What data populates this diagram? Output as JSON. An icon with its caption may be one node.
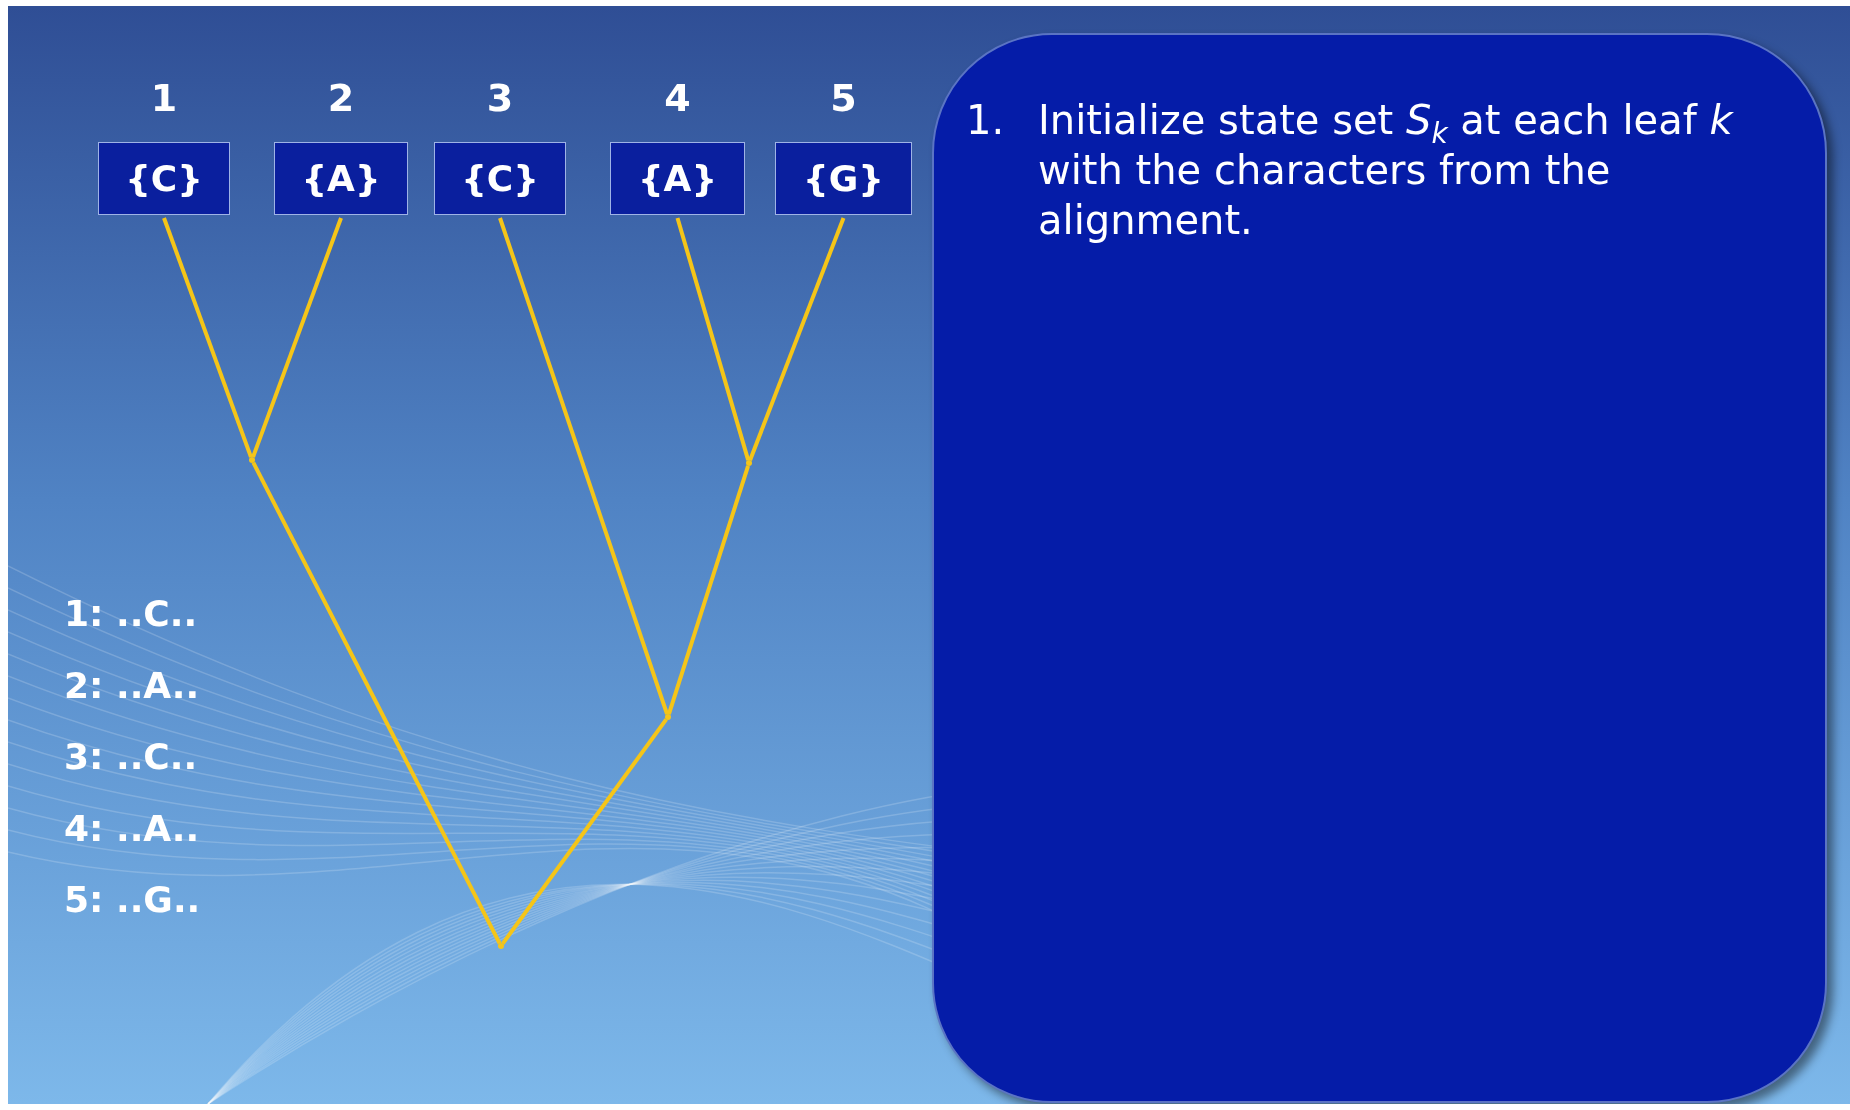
{
  "diagram": {
    "nodes": [
      {
        "text": [
          "{C}"
        ],
        "beside": [
          "1"
        ]
      },
      {
        "text": [
          "{A}"
        ],
        "beside": [
          "2"
        ]
      },
      {
        "text": [
          "{C}"
        ],
        "beside": [
          "3"
        ]
      },
      {
        "text": [
          "{A}"
        ],
        "beside": [
          "4"
        ]
      },
      {
        "text": [
          "{G}"
        ],
        "beside": [
          "5"
        ]
      },
      {
        "text": [],
        "shape": "point"
      },
      {
        "text": [],
        "shape": "point"
      },
      {
        "text": [],
        "shape": "point"
      },
      {
        "text": [],
        "shape": "point"
      },
      {
        "text": [
          "1.",
          "Initialize state set *S*$_{k}$ at each leaf *k* with the characters from the alignment."
        ]
      }
    ],
    "edges": [
      {
        "from": 0,
        "to": 5,
        "arrow": "none"
      },
      {
        "from": 1,
        "to": 5,
        "arrow": "none"
      },
      {
        "from": 3,
        "to": 6,
        "arrow": "none"
      },
      {
        "from": 4,
        "to": 6,
        "arrow": "none"
      },
      {
        "from": 2,
        "to": 7,
        "arrow": "none"
      },
      {
        "from": 6,
        "to": 7,
        "arrow": "none"
      },
      {
        "from": 5,
        "to": 8,
        "arrow": "none"
      },
      {
        "from": 7,
        "to": 8,
        "arrow": "none"
      }
    ],
    "labels": [
      "1: ..C..",
      "2: ..A..",
      "3: ..C..",
      "4: ..A..",
      "5: ..G.."
    ]
  }
}
